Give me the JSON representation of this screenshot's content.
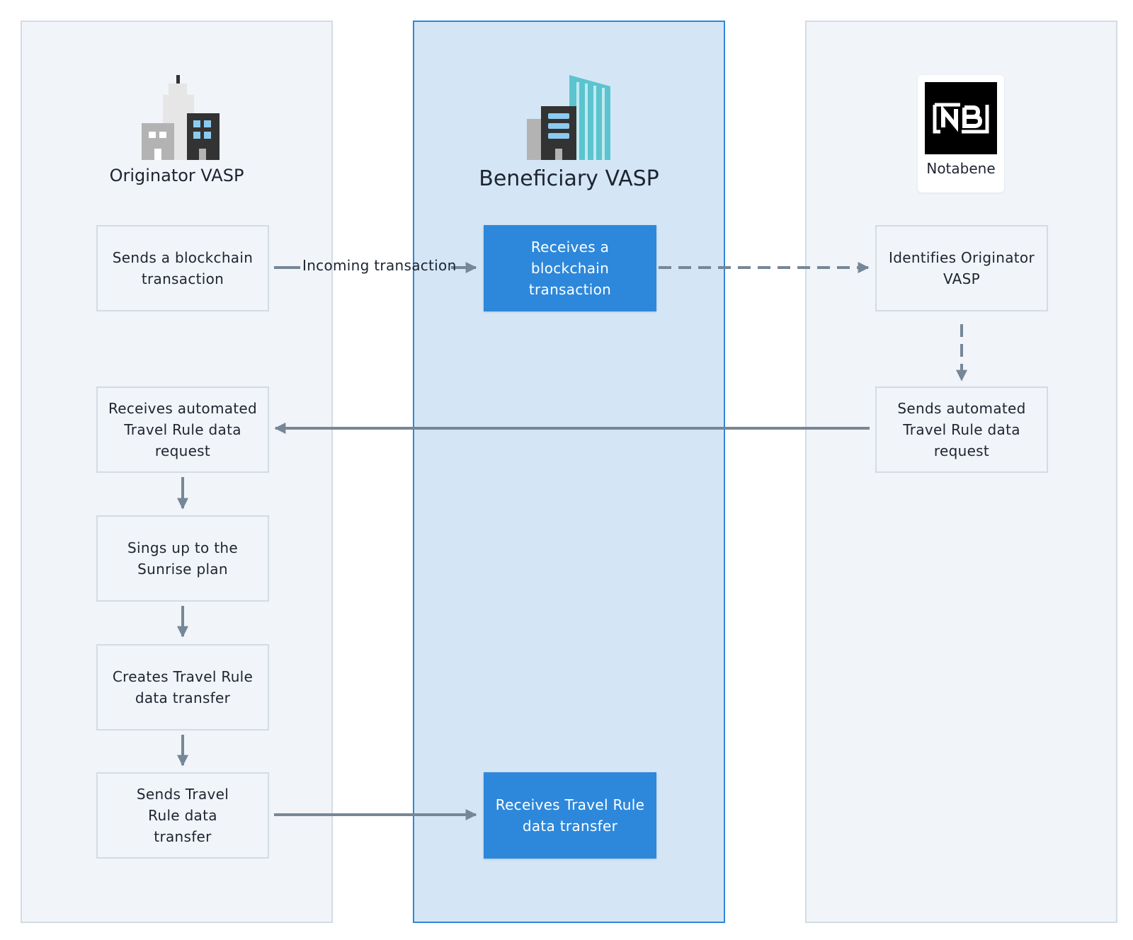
{
  "lanes": {
    "originator": {
      "title": "Originator VASP"
    },
    "beneficiary": {
      "title": "Beneficiary VASP"
    },
    "notabene": {
      "title": "Notabene"
    }
  },
  "nodes": {
    "sends_tx": "Sends a blockchain transaction",
    "receives_tx": "Receives a blockchain transaction",
    "identifies": "Identifies Originator VASP",
    "sends_request": "Sends automated Travel Rule data request",
    "receives_request": "Receives automated Travel Rule data request",
    "signs_up": "Sings up to the Sunrise plan",
    "creates_transfer": "Creates Travel Rule data transfer",
    "sends_transfer": "Sends Travel Rule data transfer",
    "receives_transfer": "Receives Travel Rule data transfer"
  },
  "edges": {
    "incoming_label": "Incoming transaction"
  },
  "colors": {
    "accent": "#2d88db",
    "arrow": "#768797",
    "lane_bg": "#f1f4f8",
    "lane_mid_bg": "#d4e6f6"
  },
  "icons": [
    "originator-buildings-icon",
    "beneficiary-buildings-icon",
    "notabene-logo-icon"
  ]
}
